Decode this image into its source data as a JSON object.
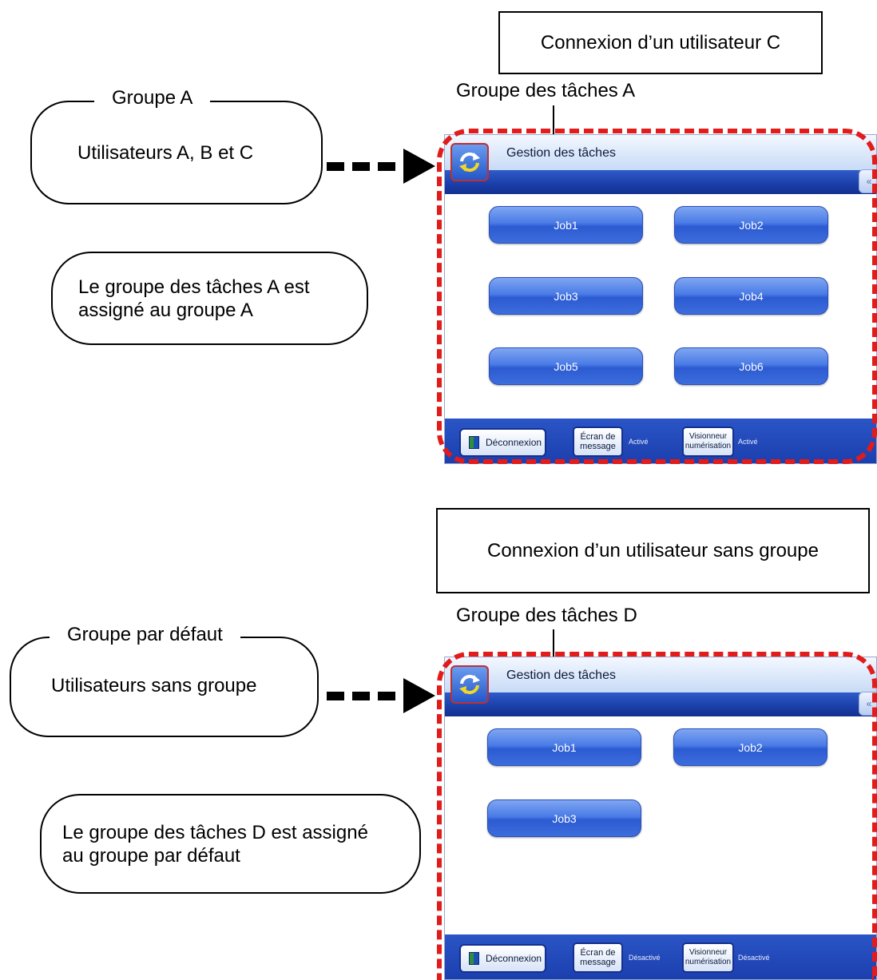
{
  "top": {
    "title_box": "Connexion d’un utilisateur C",
    "group_box": {
      "legend": "Groupe A",
      "users": "Utilisateurs A, B et C"
    },
    "note_lines": [
      "Le groupe des tâches A est",
      "assigné au groupe A"
    ],
    "jobgroup_label": "Groupe des tâches A",
    "screen": {
      "title": "Gestion des tâches",
      "jobs": [
        "Job1",
        "Job2",
        "Job3",
        "Job4",
        "Job5",
        "Job6"
      ],
      "logout": "Déconnexion",
      "message_btn": [
        "Écran de",
        "message"
      ],
      "message_status": "Activé",
      "viewer_btn": [
        "Visionneur",
        "numérisation"
      ],
      "viewer_status": "Activé",
      "collapse": "«"
    }
  },
  "bottom": {
    "title_box": "Connexion d’un utilisateur sans groupe",
    "group_box": {
      "legend": "Groupe par défaut",
      "users": "Utilisateurs sans groupe"
    },
    "note_lines": [
      "Le groupe des tâches D est assigné",
      "au groupe par défaut"
    ],
    "jobgroup_label": "Groupe des tâches D",
    "screen": {
      "title": "Gestion des tâches",
      "jobs": [
        "Job1",
        "Job2",
        "Job3"
      ],
      "logout": "Déconnexion",
      "message_btn": [
        "Écran de",
        "message"
      ],
      "message_status": "Désactivé",
      "viewer_btn": [
        "Visionneur",
        "numérisation"
      ],
      "viewer_status": "Désactivé",
      "collapse": "«"
    }
  },
  "colors": {
    "dash_highlight": "#e21b1b",
    "header_band": "#1b3ea8"
  },
  "icons": [
    "refresh-icon",
    "door-icon",
    "chevron-left-icon",
    "arrow-right-icon"
  ]
}
